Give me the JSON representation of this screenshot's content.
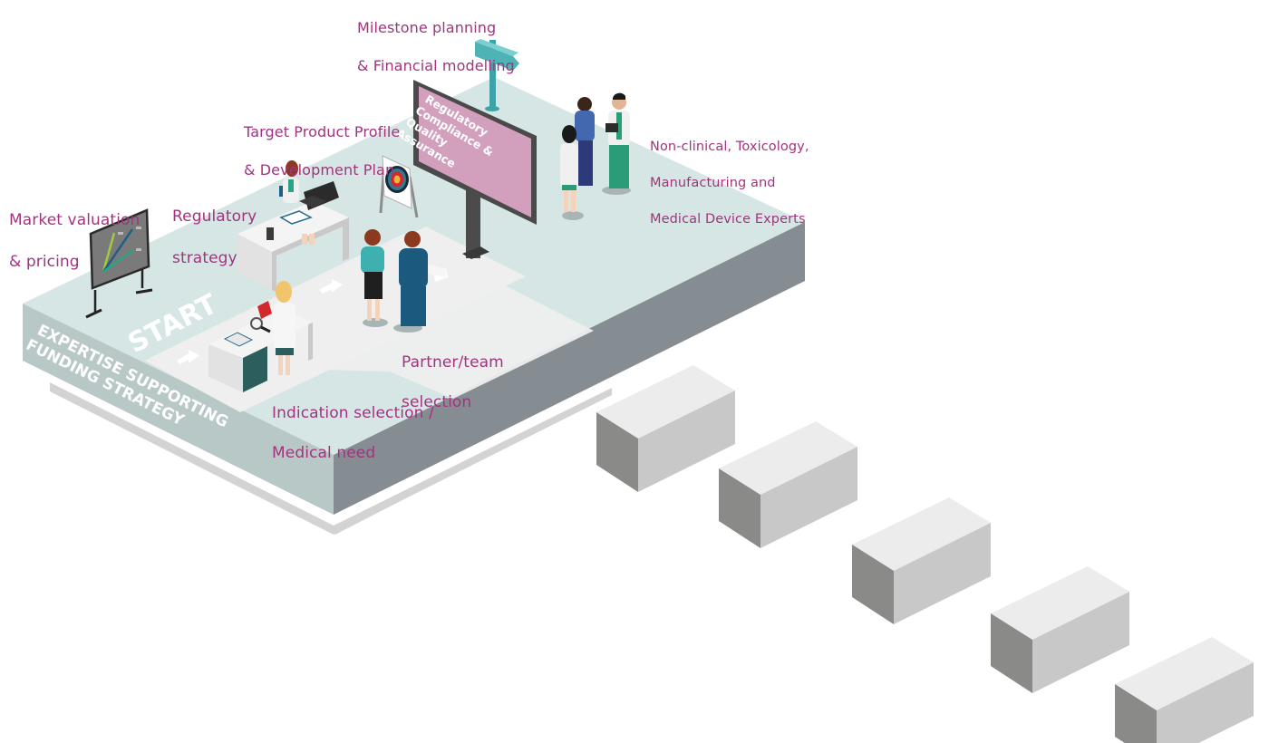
{
  "diagram": {
    "platform_side_text": [
      "EXPERTISE SUPPORTING",
      "FUNDING STRATEGY"
    ],
    "start_text": "START",
    "billboard_text": [
      "Regulatory",
      "Compliance &",
      "Quality",
      "Assurance"
    ],
    "labels": {
      "milestone": [
        "Milestone planning",
        "& Financial modelling"
      ],
      "target_product": [
        "Target Product Profile",
        "& Development Plan"
      ],
      "non_clinical": [
        "Non-clinical, Toxicology,",
        "Manufacturing and",
        "Medical Device Experts"
      ],
      "market_valuation": [
        "Market valuation",
        "& pricing"
      ],
      "regulatory_strategy": [
        "Regulatory",
        "strategy"
      ],
      "partner_team": [
        "Partner/team",
        "selection"
      ],
      "indication": [
        "Indication selection /",
        "Medical need"
      ]
    },
    "step_blocks_count": 5,
    "colors": {
      "label_text": "#a3337f",
      "platform_top": "#d6e6e4",
      "platform_front": "#b7c8c6",
      "platform_side": "#858d92",
      "path": "#eeeeee",
      "billboard": "#d29fbd",
      "signpost": "#4fb3b5",
      "block_top": "#ececec",
      "block_right": "#c8c8c8",
      "block_left": "#8a8a88"
    }
  }
}
